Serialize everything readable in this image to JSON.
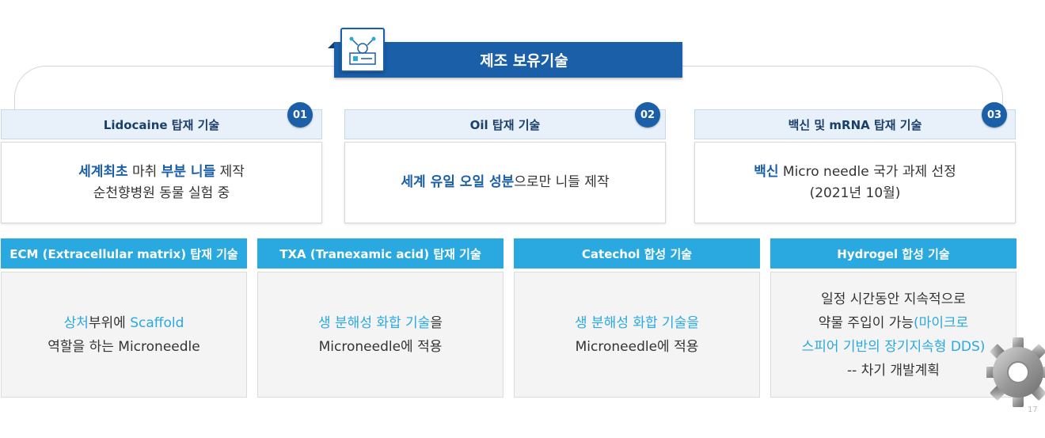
{
  "title": "제조 보유기술",
  "top_cards": [
    {
      "number": "01",
      "header": "Lidocaine  탑재 기술",
      "line1_hl": "세계최초",
      "line1_a": " 마취 ",
      "line1_hl2": "부분 니들",
      "line1_b": " 제작",
      "line2": "순천향병원 동물 실험 중"
    },
    {
      "number": "02",
      "header": "Oil 탑재 기술",
      "line1_hl": "세계 유일 오일 성분",
      "line1_b": "으로만 니들 제작"
    },
    {
      "number": "03",
      "header": "백신 및 mRNA 탑재 기술",
      "line1_hl": "백신",
      "line1_b": " Micro needle 국가 과제 선정",
      "line2": "(2021년 10월)"
    }
  ],
  "bottom_cards": [
    {
      "header": "ECM (Extracellular matrix) 탑재 기술",
      "l1_c1": "상처",
      "l1_a": "부위에 ",
      "l1_c2": "Scaffold",
      "l2": "역할을 하는 Microneedle"
    },
    {
      "header": "TXA (Tranexamic acid) 탑재 기술",
      "l1_c1": "생 분해성 화합 기술",
      "l1_a": "을",
      "l2": "Microneedle에 적용"
    },
    {
      "header": "Catechol 합성 기술",
      "l1_c1": "생 분해성 화합 기술을",
      "l2": "Microneedle에 적용"
    },
    {
      "header": "Hydrogel 합성 기술",
      "l1": "일정 시간동안 지속적으로",
      "l2_a": "약물 주입이 가능",
      "l2_c": "(마이크로",
      "l3_c": "스피어 기반의 장기지속형 DDS)",
      "l4": "-- 차기 개발계획"
    }
  ],
  "page_number": "17",
  "colors": {
    "dark_blue": "#1a5fa8",
    "light_blue": "#29a9e0",
    "header_bg": "#e8f1fa"
  },
  "icons": {
    "title": "lab-equipment-icon",
    "corner": "gear-icon"
  }
}
